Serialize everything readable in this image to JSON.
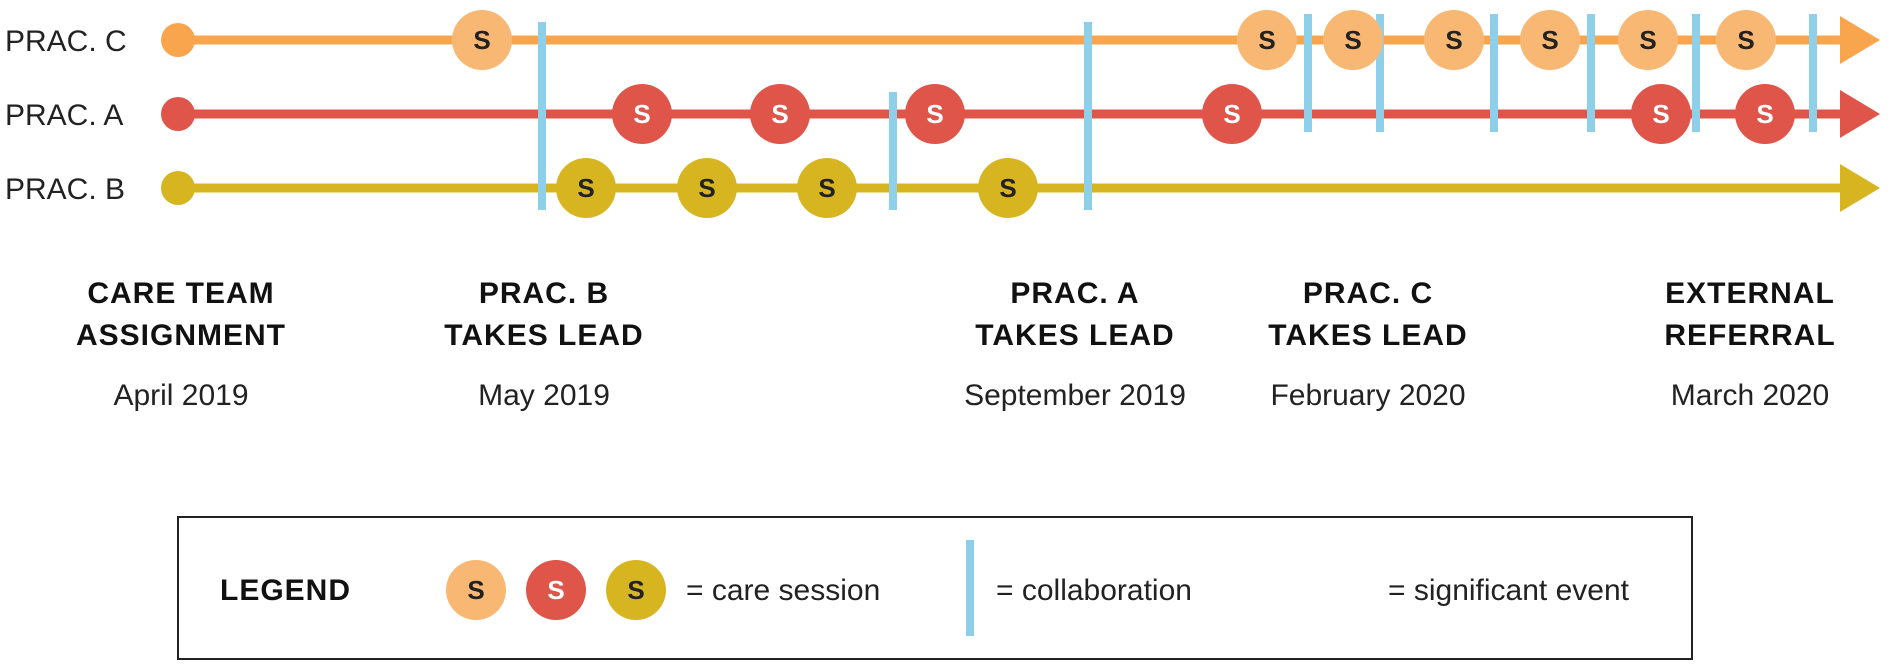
{
  "colors": {
    "prac_c": "#F8A54E",
    "prac_c_session": "#F8B873",
    "prac_a": "#E05549",
    "prac_b": "#D7B520",
    "collaboration": "#8ECFEA",
    "session_text_dark": "#222222",
    "session_text_light": "#ffffff"
  },
  "session_symbol": "S",
  "lanes": [
    {
      "key": "prac_c",
      "label": "PRAC. C",
      "color": "prac_c",
      "session_color": "prac_c_session",
      "session_text": "session_text_dark",
      "sessions": [
        1,
        8.2,
        8.75,
        9.3,
        9.85,
        10.4,
        10.95
      ]
    },
    {
      "key": "prac_a",
      "label": "PRAC. A",
      "color": "prac_a",
      "session_color": "prac_a",
      "session_text": "session_text_light",
      "sessions": [
        2.6,
        3.4,
        4.3,
        5.95,
        10.4,
        11.0
      ]
    },
    {
      "key": "prac_b",
      "label": "PRAC. B",
      "color": "prac_b",
      "session_color": "prac_b",
      "session_text": "session_text_dark",
      "sessions": [
        1.55,
        2.2,
        2.9,
        3.95
      ]
    }
  ],
  "collaborations": [
    {
      "at": 1.35,
      "span": "all"
    },
    {
      "at": 3.6,
      "span": "ab"
    },
    {
      "at": 4.9,
      "span": "all"
    },
    {
      "at": 6.45,
      "span": "ca"
    },
    {
      "at": 7.0,
      "span": "ca"
    },
    {
      "at": 7.55,
      "span": "ca"
    },
    {
      "at": 8.05,
      "span": "ca"
    },
    {
      "at": 8.65,
      "span": "ca"
    },
    {
      "at": 9.25,
      "span": "ca"
    }
  ],
  "events": [
    {
      "title_lines": [
        "CARE TEAM",
        "ASSIGNMENT"
      ],
      "date": "April 2019",
      "pos": 0
    },
    {
      "title_lines": [
        "PRAC. B",
        "TAKES LEAD"
      ],
      "date": "May 2019",
      "pos": 1
    },
    {
      "title_lines": [
        "PRAC. A",
        "TAKES LEAD"
      ],
      "date": "September 2019",
      "pos": 2
    },
    {
      "title_lines": [
        "PRAC. C",
        "TAKES LEAD"
      ],
      "date": "February 2020",
      "pos": 3
    },
    {
      "title_lines": [
        "EXTERNAL",
        "REFERRAL"
      ],
      "date": "March 2020",
      "pos": 4
    }
  ],
  "legend": {
    "title": "LEGEND",
    "care_session_label": "= care session",
    "collaboration_label": "= collaboration",
    "significant_event_label": "= significant event"
  }
}
